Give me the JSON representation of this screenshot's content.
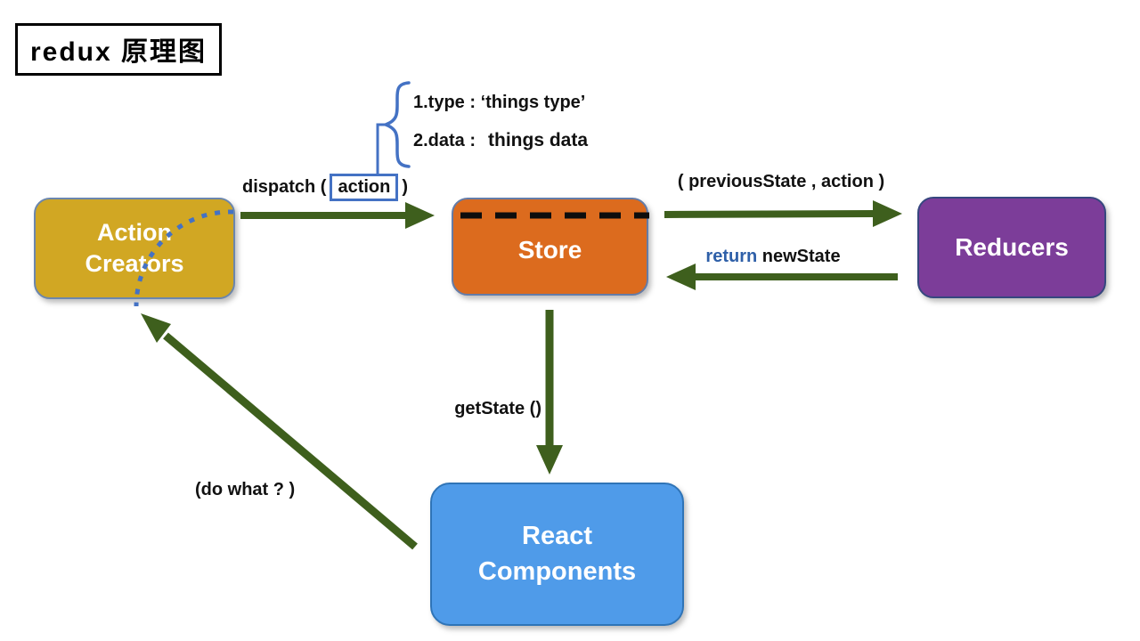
{
  "title": {
    "text": "redux 原理图"
  },
  "action_annotation": {
    "line1": "1.type : ‘things type’",
    "line2_label": "2.data :",
    "line2_value": "things data"
  },
  "edges": {
    "dispatch": {
      "prefix": "dispatch (",
      "boxed": "action",
      "suffix": ")"
    },
    "store_to_reducers": {
      "label": "( previousState , action )"
    },
    "reducers_to_store": {
      "keyword": "return",
      "rest": "newState"
    },
    "store_to_react": {
      "label": "getState ()"
    },
    "react_to_action_creators": {
      "label": "(do what ? )"
    }
  },
  "nodes": {
    "action_creators": {
      "label": "Action Creators",
      "fill": "#d1a723"
    },
    "store": {
      "label": "Store",
      "fill": "#dc6b1e"
    },
    "reducers": {
      "label": "Reducers",
      "fill": "#7c3d99"
    },
    "react_components": {
      "label": "React Components",
      "fill": "#4f9be9"
    }
  },
  "colors": {
    "arrow_green": "#3e5f1d",
    "annotation_blue": "#4472c4",
    "return_keyword_blue": "#2e5fa8",
    "store_dash_black": "#0d0d0d",
    "title_black": "#000000"
  }
}
